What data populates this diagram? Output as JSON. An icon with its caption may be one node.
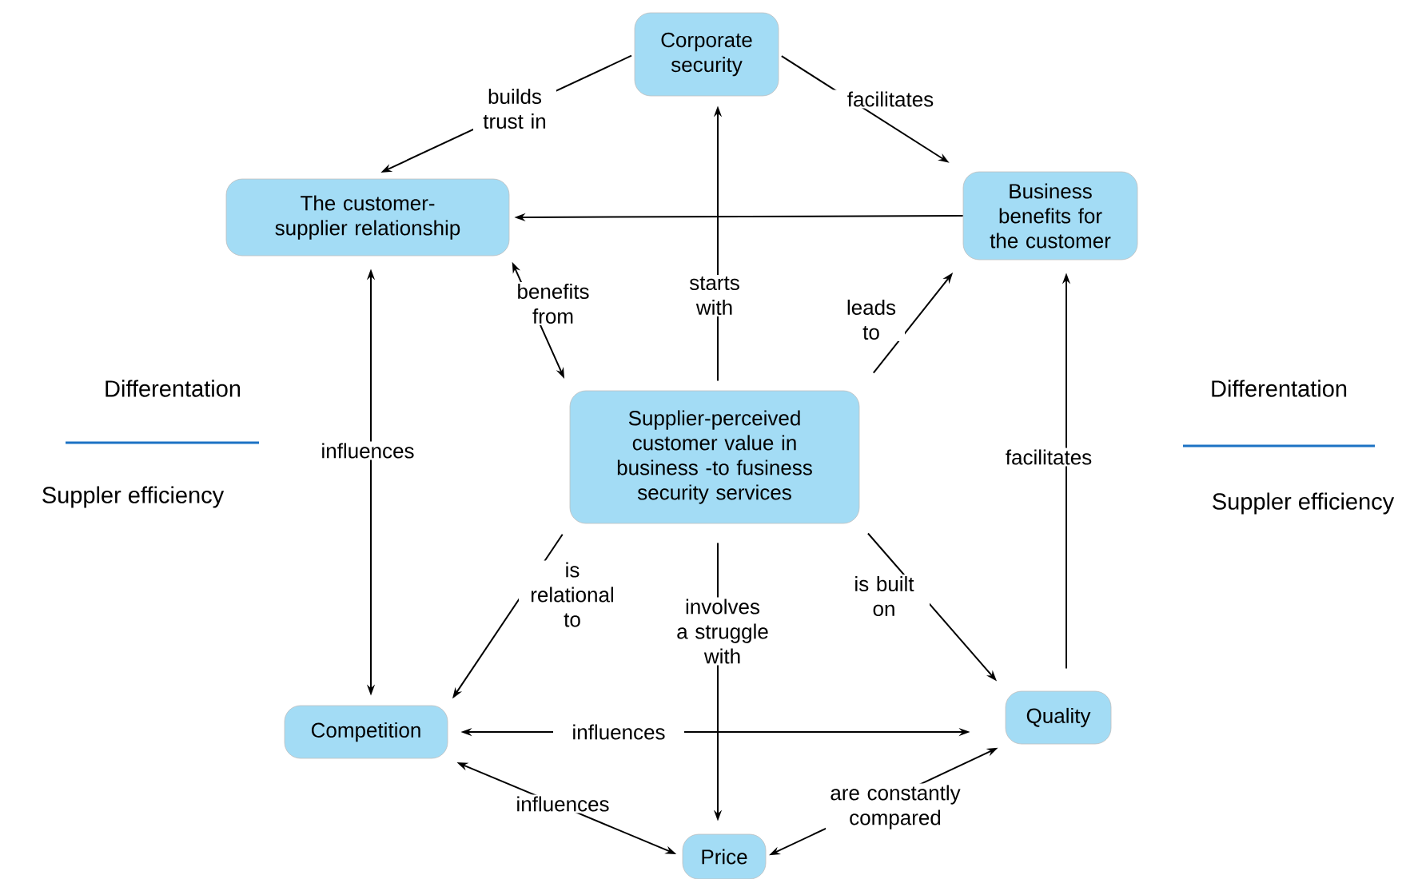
{
  "diagram": {
    "nodes": [
      {
        "text": [
          "Corporate security"
        ]
      },
      {
        "text": [
          "The customer-supplier relationship"
        ]
      },
      {
        "text": [
          "Business benefits for the customer"
        ]
      },
      {
        "text": [
          "Supplier-perceived customer value in business -to fusiness security services"
        ]
      },
      {
        "text": [
          "Competition"
        ]
      },
      {
        "text": [
          "Quality"
        ]
      },
      {
        "text": [
          "Price"
        ]
      }
    ],
    "edges": [
      {
        "from": 0,
        "to": 1,
        "arrow": "to",
        "label": "builds trust in"
      },
      {
        "from": 0,
        "to": 2,
        "arrow": "to",
        "label": "facilitates"
      },
      {
        "from": 2,
        "to": 1,
        "arrow": "to"
      },
      {
        "from": 3,
        "to": 0,
        "arrow": "to",
        "label": "starts with"
      },
      {
        "from": 3,
        "to": 1,
        "arrow": "both",
        "label": "benefits from"
      },
      {
        "from": 3,
        "to": 2,
        "arrow": "to",
        "label": "leads to"
      },
      {
        "from": 1,
        "to": 4,
        "arrow": "both",
        "label": "influences"
      },
      {
        "from": 5,
        "to": 2,
        "arrow": "to",
        "label": "facilitates"
      },
      {
        "from": 3,
        "to": 4,
        "arrow": "to",
        "label": "is relational to"
      },
      {
        "from": 3,
        "to": 6,
        "arrow": "to",
        "label": "involves a struggle with"
      },
      {
        "from": 3,
        "to": 5,
        "arrow": "to",
        "label": "is built on"
      },
      {
        "from": 4,
        "to": 5,
        "arrow": "both",
        "label": "influences"
      },
      {
        "from": 4,
        "to": 6,
        "arrow": "both",
        "label": "influences"
      },
      {
        "from": 6,
        "to": 5,
        "arrow": "both",
        "label": "are constantly compared"
      }
    ],
    "labels": [
      "Differentation",
      "Suppler efficiency",
      "Differentation",
      "Suppler efficiency"
    ]
  }
}
